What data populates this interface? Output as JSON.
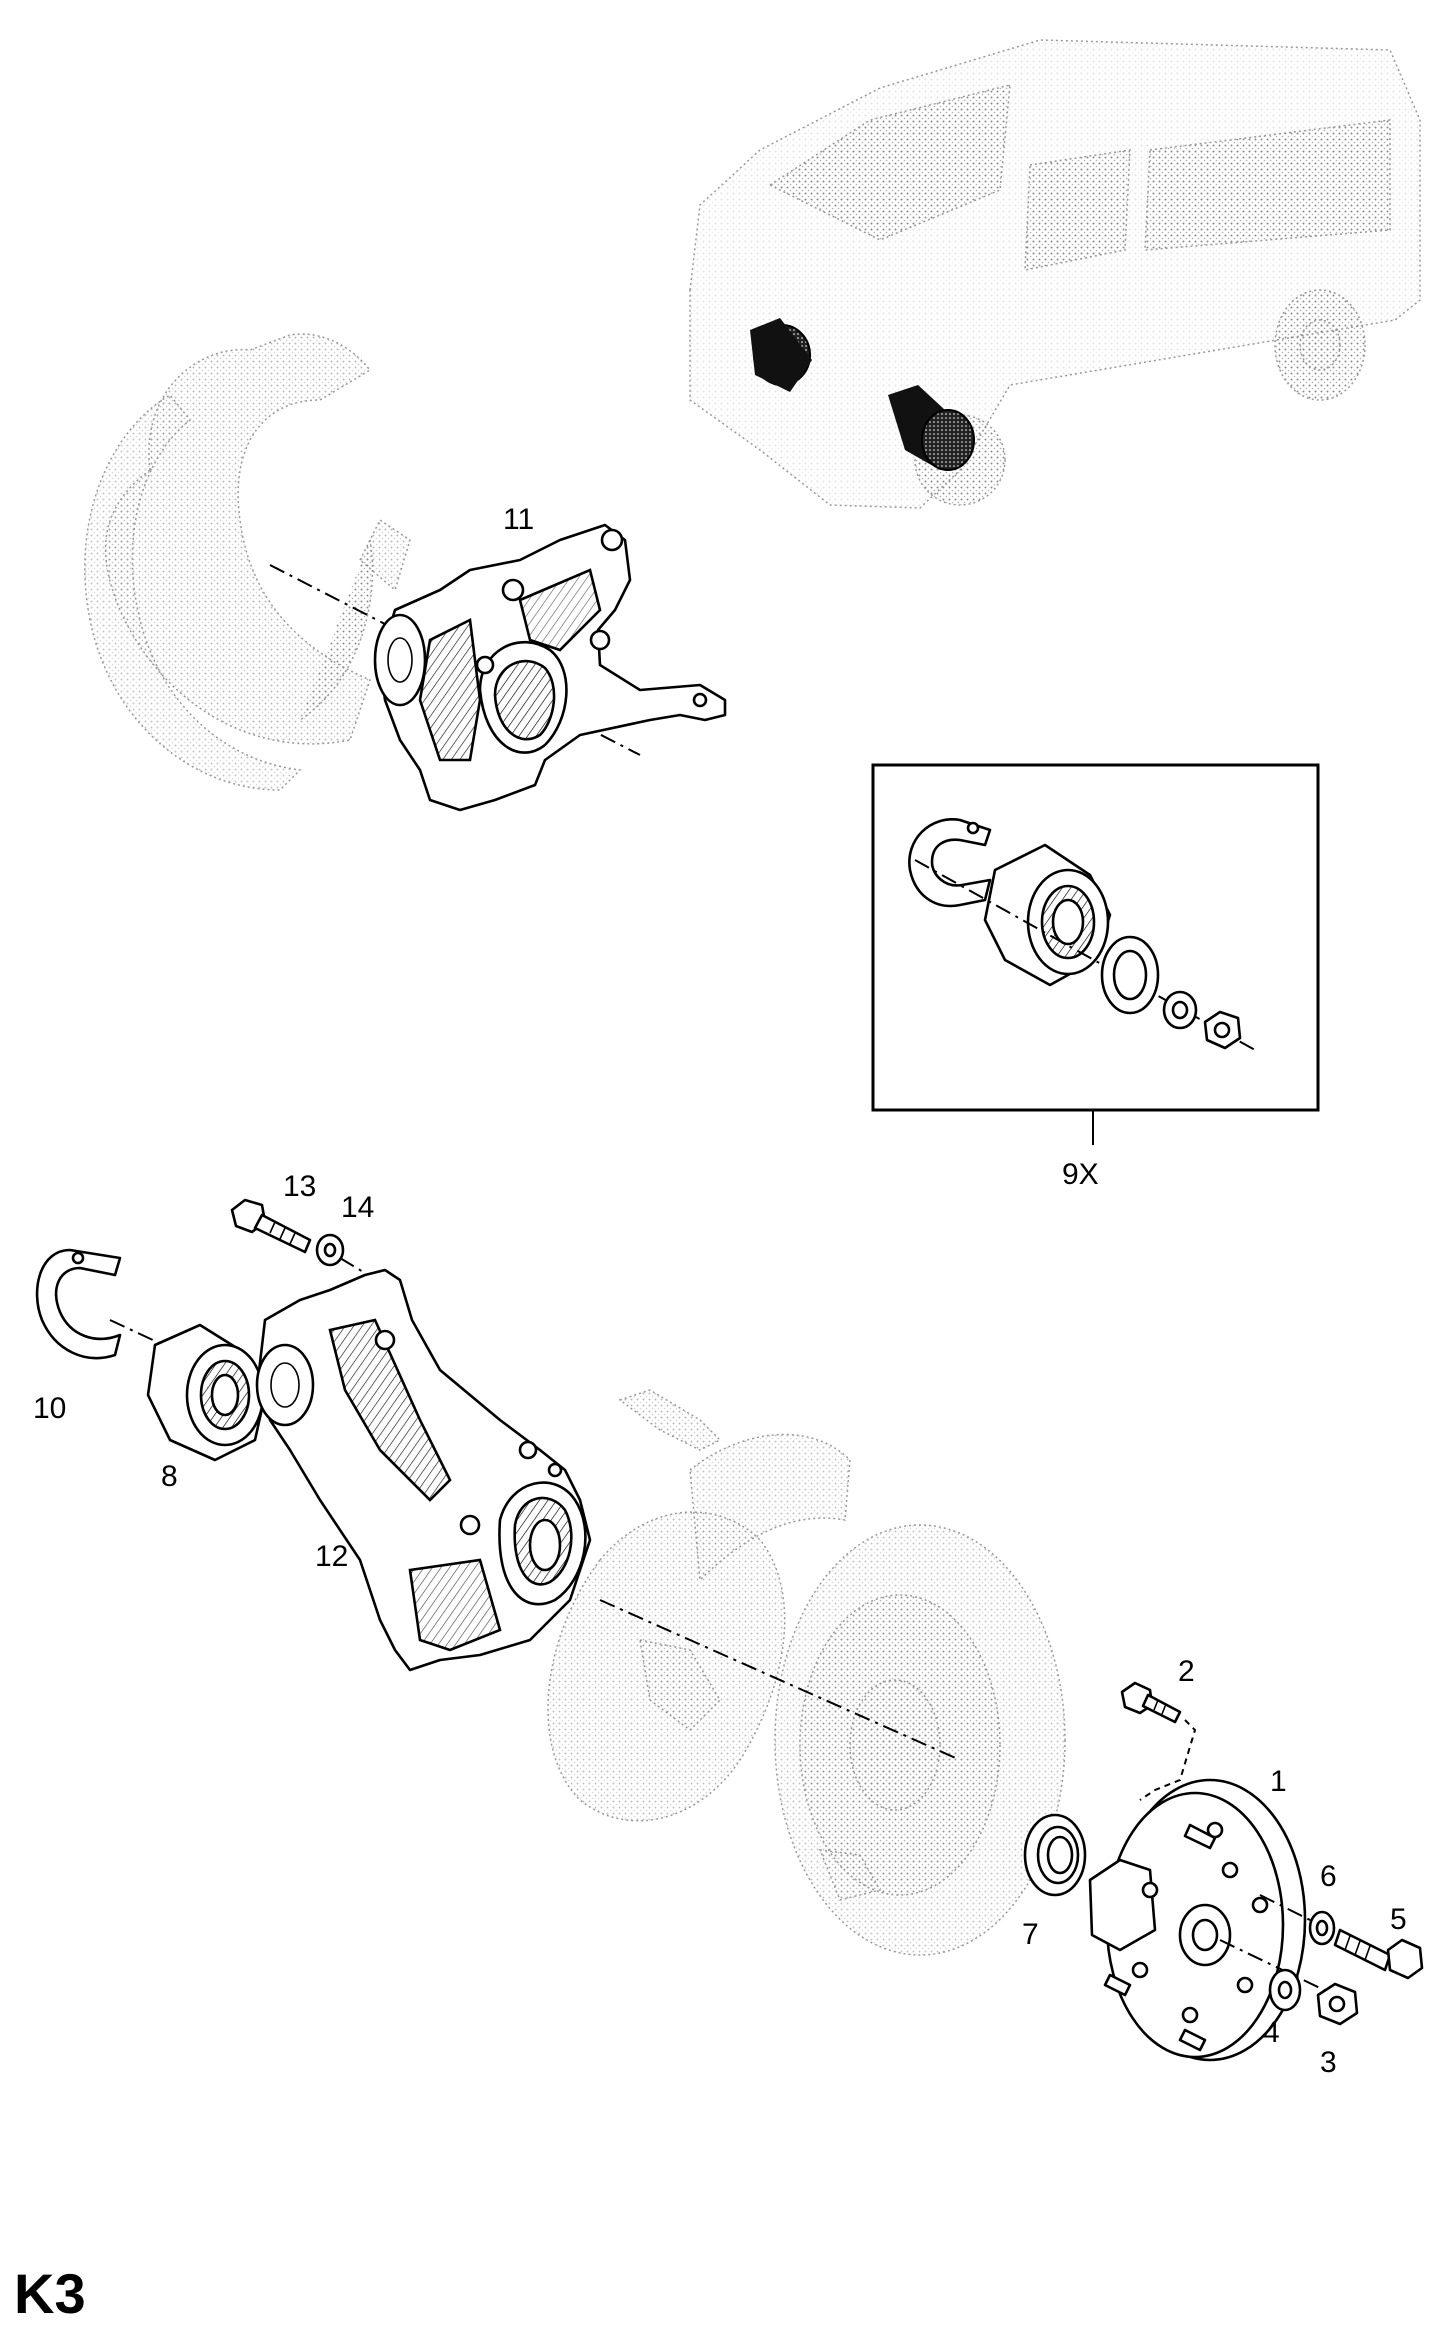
{
  "page_code": "K3",
  "callouts": {
    "p1": "1",
    "p2": "2",
    "p3": "3",
    "p4": "4",
    "p5": "5",
    "p6": "6",
    "p7": "7",
    "p8": "8",
    "p9x": "9X",
    "p10": "10",
    "p11": "11",
    "p12": "12",
    "p13": "13",
    "p14": "14"
  }
}
